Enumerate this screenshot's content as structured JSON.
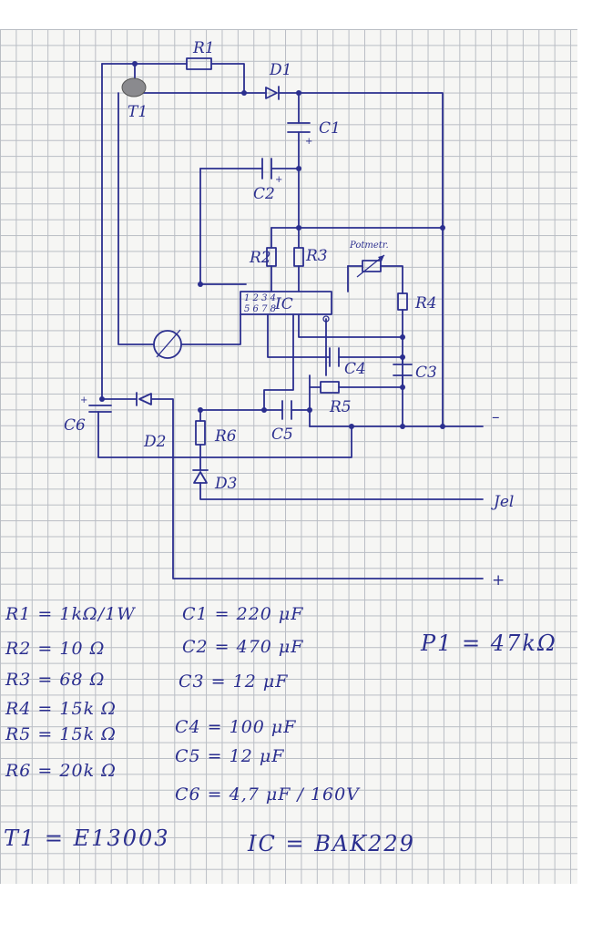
{
  "labels": {
    "R1": "R1",
    "R2": "R2",
    "R3": "R3",
    "R4": "R4",
    "R5": "R5",
    "R6": "R6",
    "D1": "D1",
    "D2": "D2",
    "D3": "D3",
    "C1": "C1",
    "C2": "C2",
    "C3": "C3",
    "C4": "C4",
    "C5": "C5",
    "C6": "C6",
    "T1": "T1",
    "potentiometer": "Potmetr.",
    "ic": "IC",
    "ic_pins_top": "1  2  3  4",
    "ic_pins_bottom": "5  6  7  8",
    "minus": "–",
    "signal": "Jel",
    "plus": "+"
  },
  "values_left": [
    "R1 = 1kΩ/1W",
    "R2 = 10 Ω",
    "R3 = 68 Ω",
    "R4 = 15k Ω",
    "R5 = 15k Ω",
    "R6 = 20k Ω"
  ],
  "values_mid": [
    "C1 = 220 μF",
    "C2 = 470 μF",
    "C3 = 12 μF",
    "C4 = 100 μF",
    "C5 = 12 μF",
    "C6 = 4,7 μF / 160V"
  ],
  "pot_value": "P1 = 47kΩ",
  "transistor": "T1 = E13003",
  "ic_type": "IC = BAK229",
  "colors": {
    "ink": "#2b2f8f",
    "paper": "#f6f6f4",
    "grid": "#b9bdc4"
  }
}
